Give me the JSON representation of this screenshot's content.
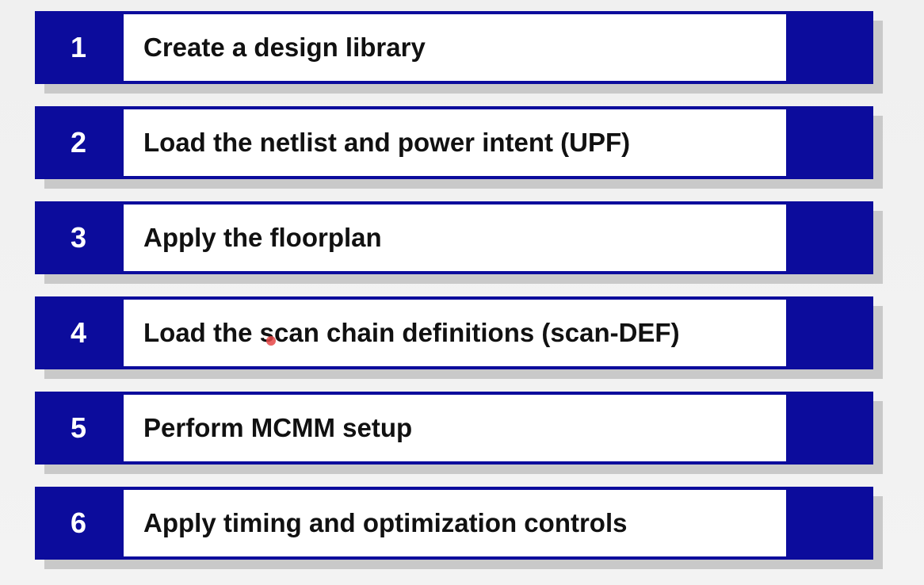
{
  "steps": [
    {
      "number": "1",
      "label": "Create a design library"
    },
    {
      "number": "2",
      "label": "Load the netlist and power intent (UPF)"
    },
    {
      "number": "3",
      "label": "Apply the floorplan"
    },
    {
      "number": "4",
      "label": "Load the scan chain definitions (scan-DEF)"
    },
    {
      "number": "5",
      "label": "Perform MCMM setup"
    },
    {
      "number": "6",
      "label": "Apply timing and optimization controls"
    }
  ],
  "colors": {
    "bar": "#0c0c9c",
    "label_background": "#ffffff",
    "number_text": "#ffffff",
    "label_text": "#111111",
    "shadow": "#c9c9c9"
  }
}
